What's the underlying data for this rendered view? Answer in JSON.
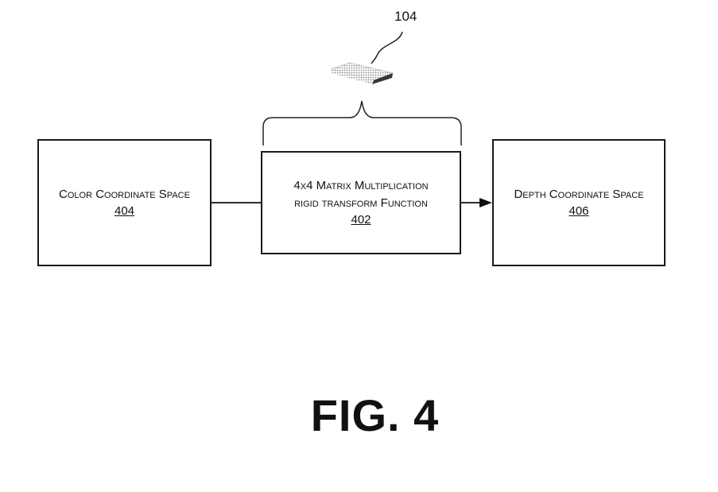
{
  "figure": {
    "caption": "FIG. 4",
    "device": {
      "ref": "104",
      "icon": "sensor-device-icon"
    },
    "blocks": [
      {
        "id": "color",
        "label": "Color Coordinate Space",
        "ref": "404"
      },
      {
        "id": "transform",
        "label_line1": "4x4 Matrix Multiplication",
        "label_line2": "rigid transform Function",
        "ref": "402"
      },
      {
        "id": "depth",
        "label": "Depth Coordinate Space",
        "ref": "406"
      }
    ],
    "connections": [
      {
        "from": "color",
        "to": "transform",
        "style": "line"
      },
      {
        "from": "transform",
        "to": "depth",
        "style": "arrow"
      }
    ]
  }
}
